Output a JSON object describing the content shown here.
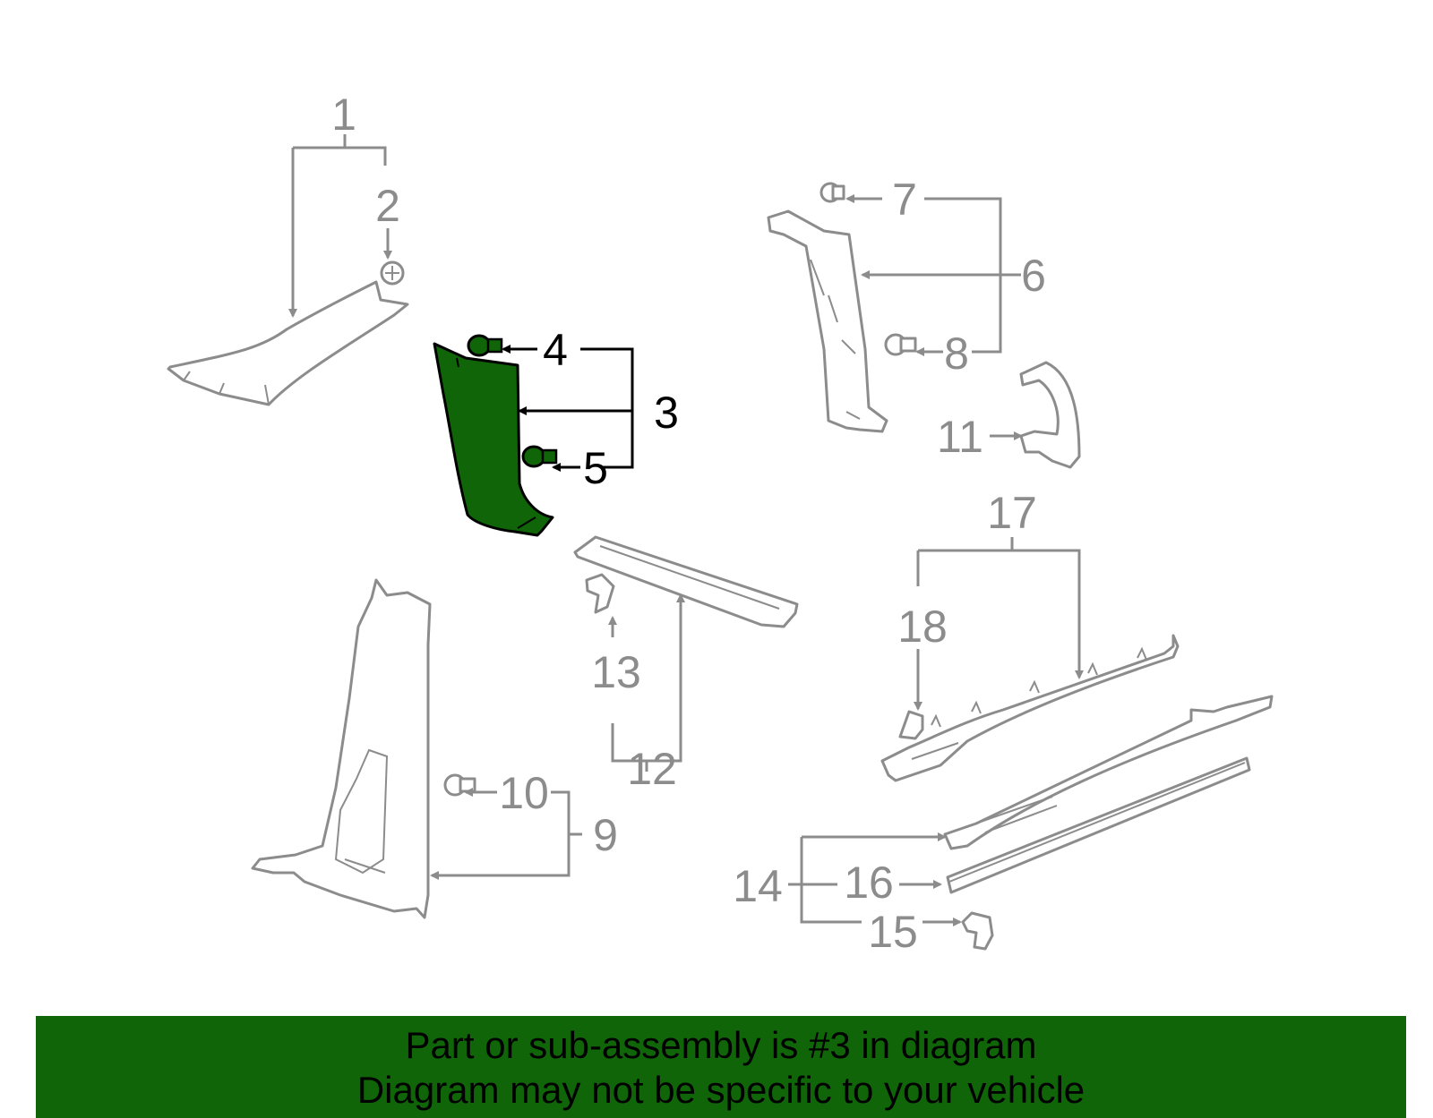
{
  "colors": {
    "highlight": "#0f6508",
    "line_grey": "#8c8c8c",
    "banner_bg": "#0f6508"
  },
  "callouts": {
    "c1": "1",
    "c2": "2",
    "c3": "3",
    "c4": "4",
    "c5": "5",
    "c6": "6",
    "c7": "7",
    "c8": "8",
    "c9": "9",
    "c10": "10",
    "c11": "11",
    "c12": "12",
    "c13": "13",
    "c14": "14",
    "c15": "15",
    "c16": "16",
    "c17": "17",
    "c18": "18"
  },
  "highlighted_part": "3",
  "banner": {
    "line1": "Part or sub-assembly is #3 in diagram",
    "line2": "Diagram may not be specific to your vehicle"
  }
}
